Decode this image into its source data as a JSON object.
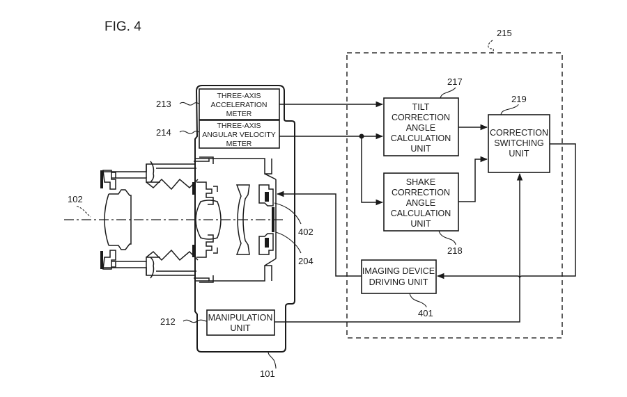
{
  "figure": {
    "title": "FIG. 4"
  },
  "refs": {
    "camera_body": "101",
    "optical_axis": "102",
    "imaging_device": "204",
    "manipulation_unit": "212",
    "accel_meter": "213",
    "angular_meter": "214",
    "controller": "215",
    "tilt_unit": "217",
    "shake_unit": "218",
    "switching_unit": "219",
    "driving_unit": "401",
    "actuator": "402"
  },
  "blocks": {
    "accel_meter": [
      "THREE-AXIS",
      "ACCELERATION",
      "METER"
    ],
    "angular_meter": [
      "THREE-AXIS",
      "ANGULAR VELOCITY",
      "METER"
    ],
    "manipulation_unit": [
      "MANIPULATION",
      "UNIT"
    ],
    "tilt_unit": [
      "TILT",
      "CORRECTION",
      "ANGLE",
      "CALCULATION",
      "UNIT"
    ],
    "shake_unit": [
      "SHAKE",
      "CORRECTION",
      "ANGLE",
      "CALCULATION",
      "UNIT"
    ],
    "switching_unit": [
      "CORRECTION",
      "SWITCHING",
      "UNIT"
    ],
    "driving_unit": [
      "IMAGING DEVICE",
      "DRIVING UNIT"
    ]
  },
  "colors": {
    "ink": "#1a1a1a",
    "background": "#ffffff"
  }
}
